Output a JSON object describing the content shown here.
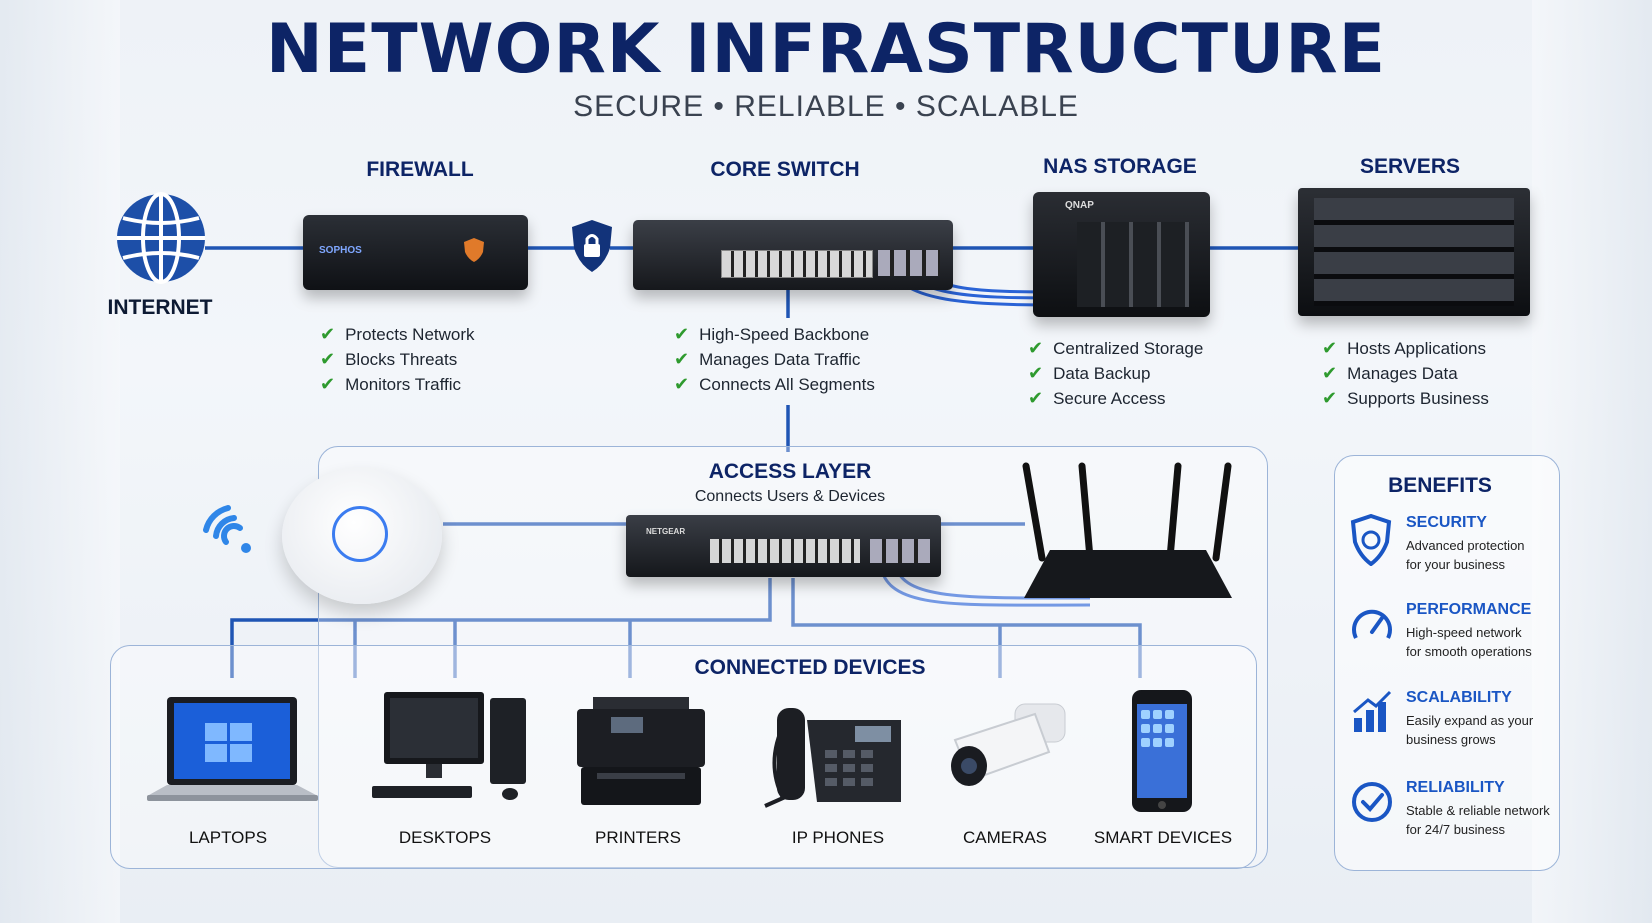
{
  "header": {
    "title": "NETWORK INFRASTRUCTURE",
    "subtitle": "SECURE • RELIABLE • SCALABLE"
  },
  "top_row": {
    "internet_label": "INTERNET",
    "firewall": {
      "title": "FIREWALL",
      "brand": "SOPHOS",
      "features": [
        "Protects Network",
        "Blocks Threats",
        "Monitors Traffic"
      ]
    },
    "core_switch": {
      "title": "CORE SWITCH",
      "features": [
        "High-Speed Backbone",
        "Manages Data Traffic",
        "Connects All Segments"
      ]
    },
    "nas": {
      "title": "NAS STORAGE",
      "brand": "QNAP",
      "features": [
        "Centralized Storage",
        "Data Backup",
        "Secure Access"
      ]
    },
    "servers": {
      "title": "SERVERS",
      "features": [
        "Hosts Applications",
        "Manages Data",
        "Supports Business"
      ]
    }
  },
  "access_layer": {
    "title": "ACCESS LAYER",
    "subtitle": "Connects Users & Devices",
    "switch_brand": "NETGEAR"
  },
  "connected_devices": {
    "title": "CONNECTED DEVICES",
    "items": [
      "LAPTOPS",
      "DESKTOPS",
      "PRINTERS",
      "IP PHONES",
      "CAMERAS",
      "SMART DEVICES"
    ]
  },
  "benefits": {
    "title": "BENEFITS",
    "items": [
      {
        "icon": "shield-icon",
        "heading": "SECURITY",
        "line1": "Advanced protection",
        "line2": "for your business"
      },
      {
        "icon": "gauge-icon",
        "heading": "PERFORMANCE",
        "line1": "High-speed network",
        "line2": "for smooth operations"
      },
      {
        "icon": "growth-chart-icon",
        "heading": "SCALABILITY",
        "line1": "Easily expand as your",
        "line2": "business grows"
      },
      {
        "icon": "check-circle-icon",
        "heading": "RELIABILITY",
        "line1": "Stable & reliable network",
        "line2": "for 24/7 business"
      }
    ]
  },
  "colors": {
    "title": "#0d2466",
    "link_line": "#1f55b4",
    "check": "#2e9a2e",
    "benefit_heading": "#1a56c4"
  }
}
